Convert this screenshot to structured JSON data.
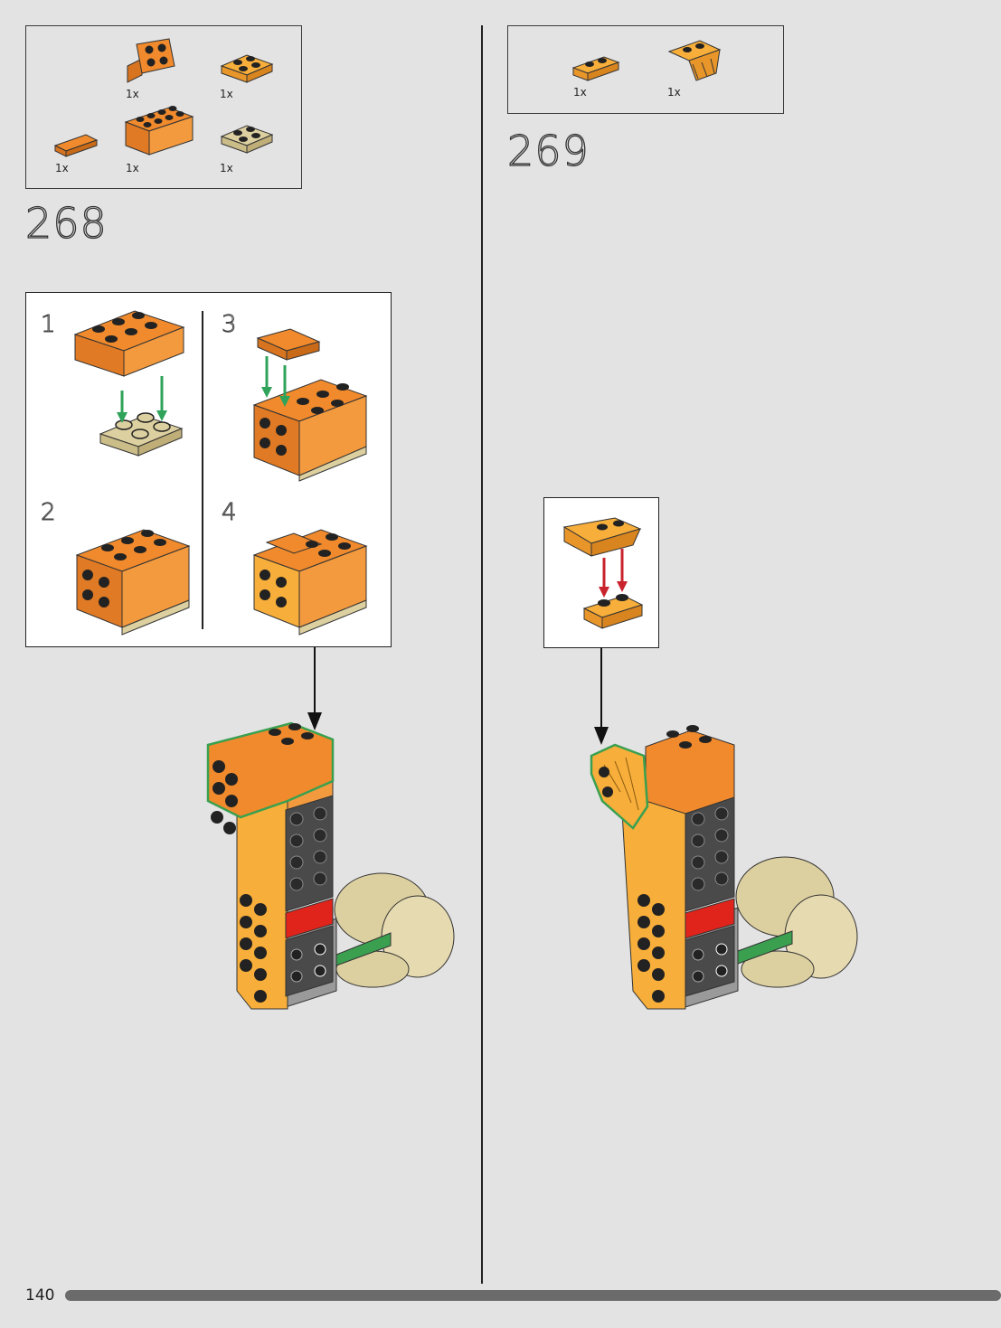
{
  "page": {
    "number": "140",
    "progress_percent": 100
  },
  "steps": [
    {
      "number": "268",
      "parts": [
        {
          "qty": "1x",
          "icon": "orange-bracket-1x2-2x2-icon"
        },
        {
          "qty": "1x",
          "icon": "bright-orange-plate-2x2-icon"
        },
        {
          "qty": "1x",
          "icon": "orange-tile-1x2-icon"
        },
        {
          "qty": "1x",
          "icon": "orange-brick-2x4-icon"
        },
        {
          "qty": "1x",
          "icon": "tan-plate-2x2-icon"
        }
      ],
      "substeps": [
        "1",
        "2",
        "3",
        "4"
      ]
    },
    {
      "number": "269",
      "parts": [
        {
          "qty": "1x",
          "icon": "bright-orange-plate-1x2-icon"
        },
        {
          "qty": "1x",
          "icon": "bright-orange-claw-plate-icon"
        }
      ]
    }
  ],
  "colors": {
    "orange": "#f08a2c",
    "bright_orange": "#f7ae3a",
    "tan": "#ddd0a0",
    "dark_gray": "#4a4a4a",
    "red": "#e0241b",
    "green_arrow": "#2fa35a",
    "red_arrow": "#c9242e",
    "highlight": "#3aa050"
  }
}
